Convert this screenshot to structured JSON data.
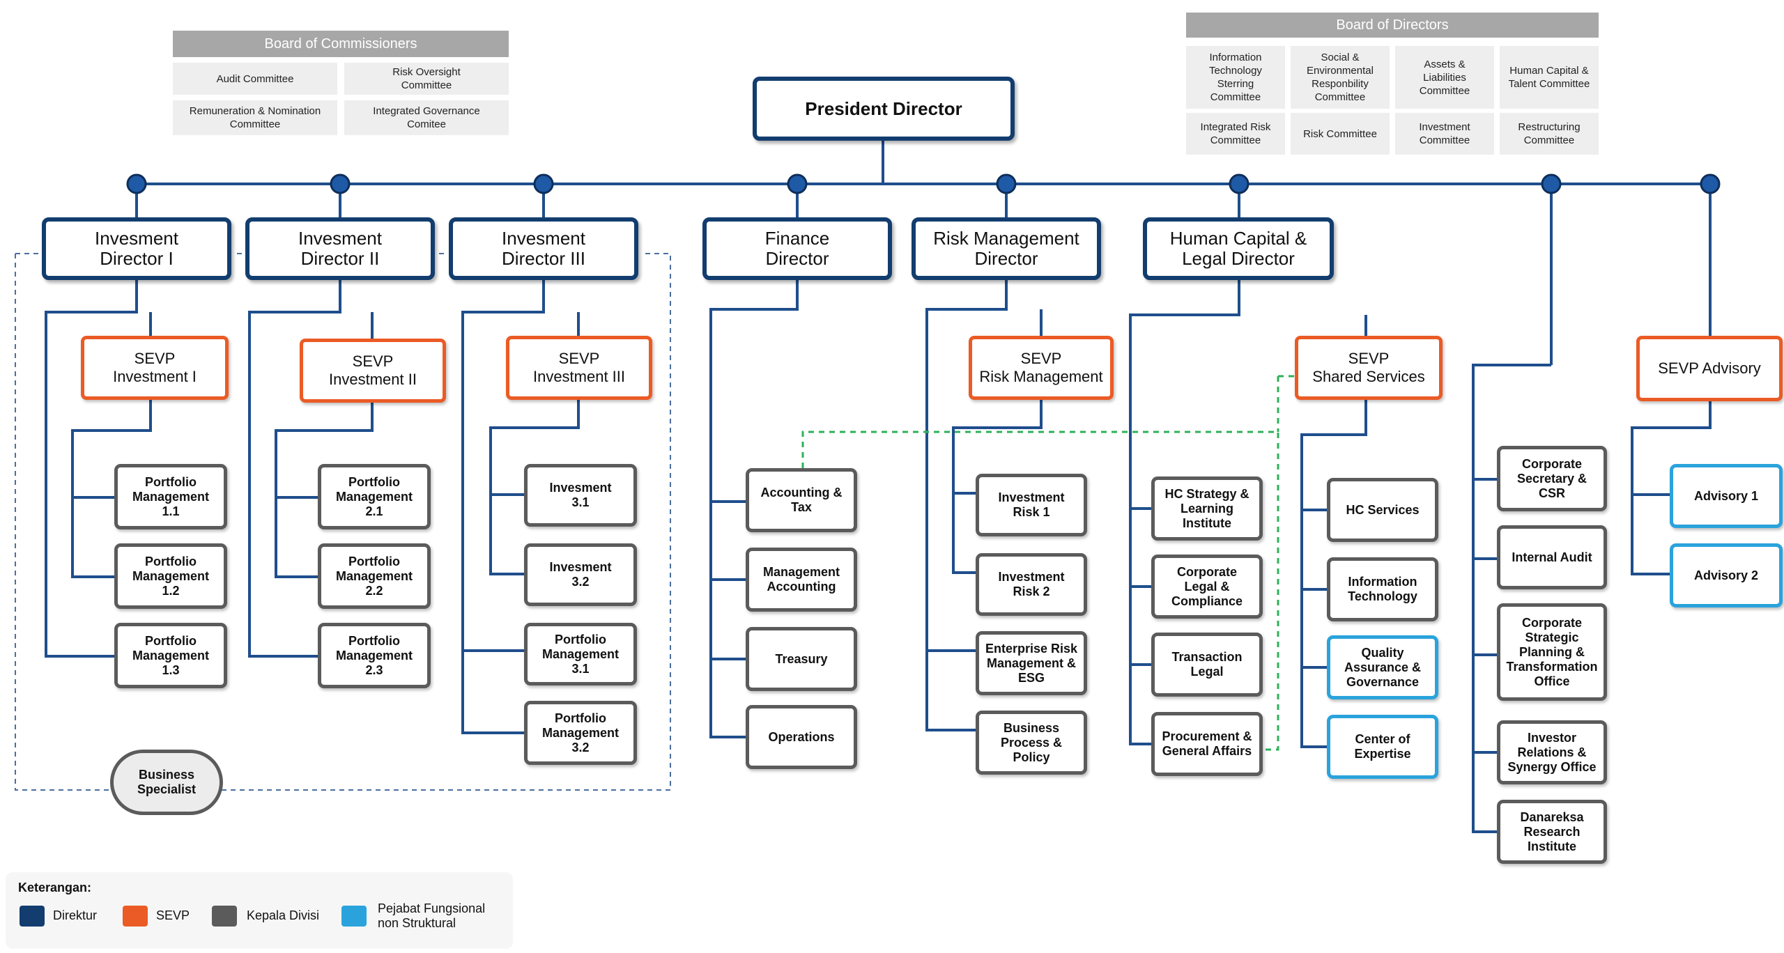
{
  "board_of_commissioners": {
    "header": "Board of Commissioners",
    "committees": [
      "Audit Committee",
      "Risk Oversight\nCommittee",
      "Remuneration & Nomination\nCommittee",
      "Integrated Governance\nComitee"
    ]
  },
  "board_of_directors": {
    "header": "Board of Directors",
    "committees": [
      "Information\nTechnology\nSterring\nCommittee",
      "Social &\nEnvironmental\nResponbility\nCommittee",
      "Assets &\nLiabilities\nCommittee",
      "Human Capital &\nTalent Committee",
      "Integrated Risk\nCommittee",
      "Risk Committee",
      "Investment\nCommittee",
      "Restructuring\nCommittee"
    ]
  },
  "president_director": "President Director",
  "directors": {
    "inv1": "Invesment\nDirector I",
    "inv2": "Invesment\nDirector II",
    "inv3": "Invesment\nDirector III",
    "finance": "Finance\nDirector",
    "risk": "Risk Management\nDirector",
    "hc": "Human Capital &\nLegal Director"
  },
  "sevp": {
    "inv1": "SEVP\nInvestment I",
    "inv2": "SEVP\nInvestment II",
    "inv3": "SEVP\nInvestment III",
    "risk": "SEVP\nRisk Management",
    "shared": "SEVP\nShared Services",
    "advisory": "SEVP Advisory"
  },
  "divisions": {
    "pm11": "Portfolio\nManagement\n1.1",
    "pm12": "Portfolio\nManagement\n1.2",
    "pm13": "Portfolio\nManagement\n1.3",
    "pm21": "Portfolio\nManagement\n2.1",
    "pm22": "Portfolio\nManagement\n2.2",
    "pm23": "Portfolio\nManagement\n2.3",
    "inv31": "Invesment\n3.1",
    "inv32": "Invesment\n3.2",
    "pm31": "Portfolio\nManagement\n3.1",
    "pm32": "Portfolio\nManagement\n3.2",
    "acct": "Accounting &\nTax",
    "mgmt": "Management\nAccounting",
    "treasury": "Treasury",
    "ops": "Operations",
    "ir1": "Investment\nRisk 1",
    "ir2": "Investment\nRisk 2",
    "erm": "Enterprise Risk\nManagement &\nESG",
    "bpp": "Business\nProcess &\nPolicy",
    "hcs": "HC Strategy &\nLearning\nInstitute",
    "clc": "Corporate\nLegal &\nCompliance",
    "tl": "Transaction\nLegal",
    "pga": "Procurement &\nGeneral Affairs",
    "hcserv": "HC Services",
    "it": "Information\nTechnology",
    "csec": "Corporate\nSecretary &\nCSR",
    "ia": "Internal Audit",
    "cspt": "Corporate\nStrategic\nPlanning &\nTransformation\nOffice",
    "irso": "Investor\nRelations &\nSynergy Office",
    "dri": "Danareksa\nResearch\nInstitute"
  },
  "functional": {
    "qag": "Quality\nAssurance &\nGovernance",
    "coe": "Center of\nExpertise",
    "adv1": "Advisory 1",
    "adv2": "Advisory 2"
  },
  "business_specialist": "Business\nSpecialist",
  "legend": {
    "title": "Keterangan:",
    "items": [
      {
        "label": "Direktur",
        "color": "#123d6e"
      },
      {
        "label": "SEVP",
        "color": "#eb5b25"
      },
      {
        "label": "Kepala Divisi",
        "color": "#5b5b5b"
      },
      {
        "label": "Pejabat Fungsional\nnon Struktural",
        "color": "#2aa3dc"
      }
    ]
  },
  "colors": {
    "director": "#123d6e",
    "sevp": "#eb5b25",
    "division": "#5b5b5b",
    "functional": "#2aa3dc",
    "connector": "#1f4e8c",
    "dashed_blue": "#4a6e9e",
    "dashed_green": "#2fb05a"
  }
}
